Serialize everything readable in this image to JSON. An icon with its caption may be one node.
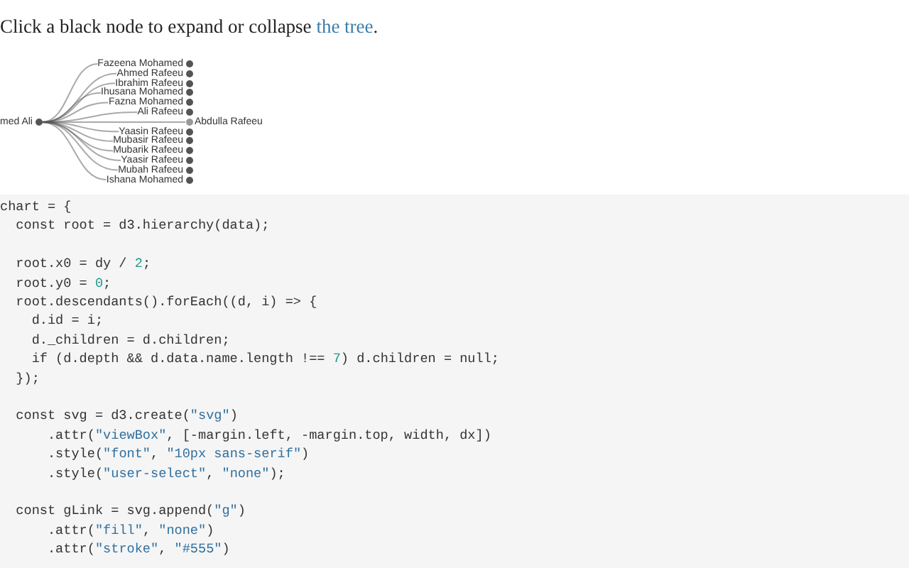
{
  "diagram": {
    "title": "Click a black node to expand or collapse",
    "nodes": [
      {
        "text": [
          "med Ali"
        ]
      },
      {
        "text": [
          "Fazeena Mohamed"
        ]
      },
      {
        "text": [
          "Ahmed Rafeeu"
        ]
      },
      {
        "text": [
          "Ibrahim Rafeeu"
        ]
      },
      {
        "text": [
          "Ihusana Mohamed"
        ]
      },
      {
        "text": [
          "Fazna Mohamed"
        ]
      },
      {
        "text": [
          "Ali Rafeeu"
        ]
      },
      {
        "text": [
          "Abdulla Rafeeu"
        ]
      },
      {
        "text": [
          "Yaasin Rafeeu"
        ]
      },
      {
        "text": [
          "Mubasir Rafeeu"
        ]
      },
      {
        "text": [
          "Mubarik Rafeeu"
        ]
      },
      {
        "text": [
          "Yaasir Rafeeu"
        ]
      },
      {
        "text": [
          "Mubah Rafeeu"
        ]
      },
      {
        "text": [
          "Ishana Mohamed"
        ]
      }
    ],
    "edges": [
      {
        "from": 0,
        "to": 1,
        "arrow": "none"
      },
      {
        "from": 0,
        "to": 2,
        "arrow": "none"
      },
      {
        "from": 0,
        "to": 3,
        "arrow": "none"
      },
      {
        "from": 0,
        "to": 4,
        "arrow": "none"
      },
      {
        "from": 0,
        "to": 5,
        "arrow": "none"
      },
      {
        "from": 0,
        "to": 6,
        "arrow": "none"
      },
      {
        "from": 0,
        "to": 7,
        "arrow": "none"
      },
      {
        "from": 0,
        "to": 8,
        "arrow": "none"
      },
      {
        "from": 0,
        "to": 9,
        "arrow": "none"
      },
      {
        "from": 0,
        "to": 10,
        "arrow": "none"
      },
      {
        "from": 0,
        "to": 11,
        "arrow": "none"
      },
      {
        "from": 0,
        "to": 12,
        "arrow": "none"
      },
      {
        "from": 0,
        "to": 13,
        "arrow": "none"
      }
    ],
    "labels": [
      "the tree",
      ".",
      "chart = {",
      "  const root = d3.hierarchy(data);",
      "  root.x0 = dy / 2;",
      "  root.y0 = 0;",
      "  root.descendants().forEach((d, i) => {",
      "    d.id = i;",
      "    d._children = d.children;",
      "    if (d.depth && d.data.name.length !== 7) d.children = null;",
      "  });",
      "  const svg = d3.create(\"svg\")",
      "      .attr(\"viewBox\", [-margin.left, -margin.top, width, dx])",
      "      .style(\"font\", \"10px sans-serif\")",
      "      .style(\"user-select\", \"none\");",
      "  const gLink = svg.append(\"g\")",
      "      .attr(\"fill\", \"none\")",
      "      .attr(\"stroke\", \"#555\")"
    ]
  }
}
